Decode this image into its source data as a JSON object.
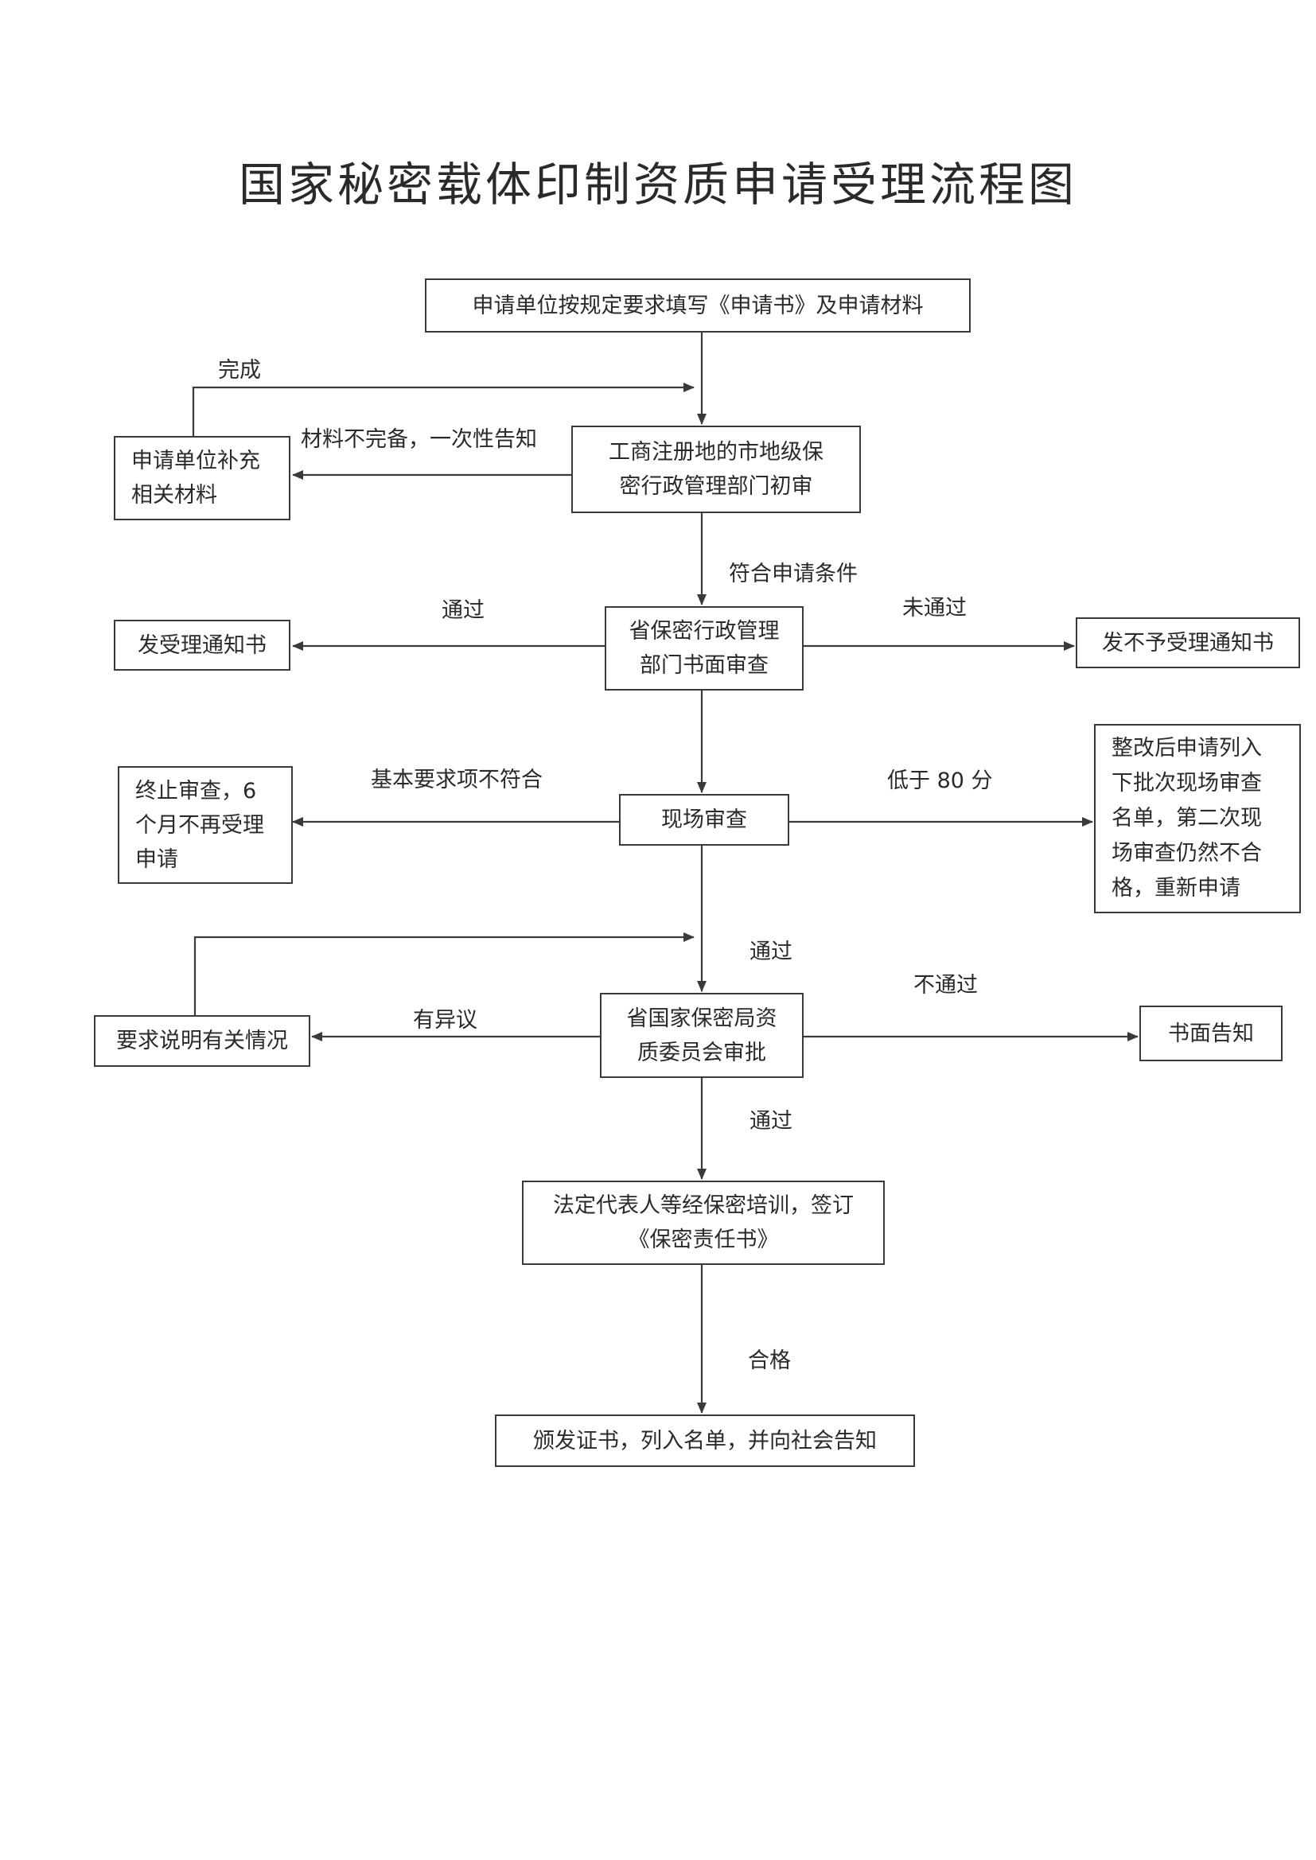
{
  "title": "国家秘密载体印制资质申请受理流程图",
  "nodes": {
    "apply": "申请单位按规定要求填写《申请书》及申请材料",
    "supplement": "申请单位补充\n相关材料",
    "initial_review": "工商注册地的市地级保\n密行政管理部门初审",
    "notice_accept": "发受理通知书",
    "written_review": "省保密行政管理\n部门书面审查",
    "notice_reject": "发不予受理通知书",
    "terminate": "终止审查，6\n个月不再受理\n申请",
    "onsite_review": "现场审查",
    "rectify": "整改后申请列入\n下批次现场审查\n名单，第二次现\n场审查仍然不合\n格，重新申请",
    "explain": "要求说明有关情况",
    "committee": "省国家保密局资\n质委员会审批",
    "written_notice": "书面告知",
    "training": "法定代表人等经保密培训，签订\n《保密责任书》",
    "certificate": "颁发证书，列入名单，并向社会告知"
  },
  "edge_labels": {
    "complete": "完成",
    "incomplete": "材料不完备，一次性告知",
    "meets": "符合申请条件",
    "pass_1": "通过",
    "fail_1": "未通过",
    "basic_fail": "基本要求项不符合",
    "below_80": "低于 80 分",
    "pass_2": "通过",
    "fail_2": "不通过",
    "objection": "有异议",
    "pass_3": "通过",
    "qualified": "合格"
  }
}
